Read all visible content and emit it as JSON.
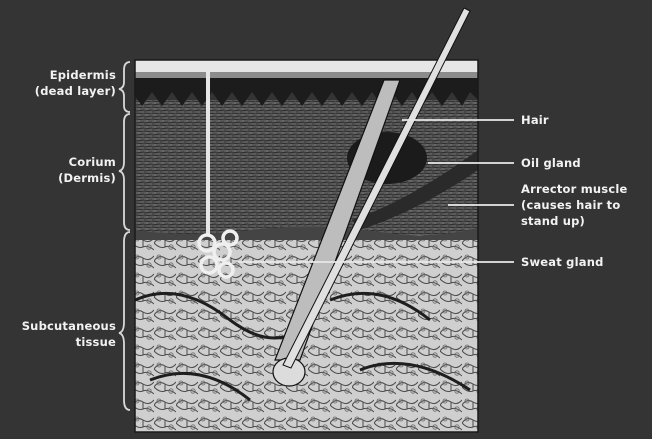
{
  "labels": {
    "epidermis": {
      "line1": "Epidermis",
      "line2": "(dead layer)"
    },
    "corium": {
      "line1": "Corium",
      "line2": "(Dermis)"
    },
    "subcutaneous": {
      "line1": "Subcutaneous",
      "line2": "tissue"
    },
    "hair": "Hair",
    "oil_gland": "Oil gland",
    "arrector": {
      "line1": "Arrector muscle",
      "line2": "(causes hair to",
      "line3": "stand up)"
    },
    "sweat_gland": "Sweat gland"
  },
  "colors": {
    "background": "#343434",
    "label_text": "#f2f2f2",
    "tissue_light": "#d9d9d9",
    "tissue_dark": "#202020"
  }
}
